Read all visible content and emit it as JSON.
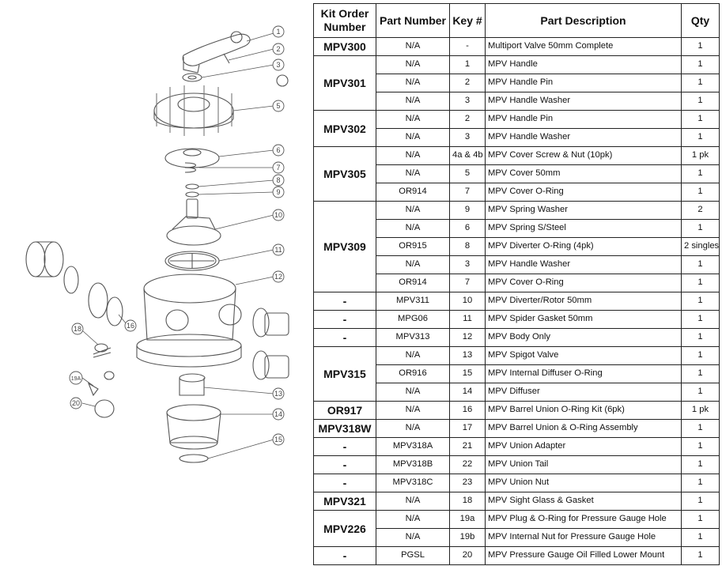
{
  "table": {
    "headers": {
      "kit_order_number": "Kit Order Number",
      "part_number": "Part Number",
      "key": "Key #",
      "description": "Part Description",
      "qty": "Qty"
    },
    "groups": [
      {
        "kit": "MPV300",
        "rows": [
          {
            "part": "N/A",
            "key": "-",
            "desc": "Multiport Valve 50mm Complete",
            "qty": "1"
          }
        ]
      },
      {
        "kit": "MPV301",
        "rows": [
          {
            "part": "N/A",
            "key": "1",
            "desc": "MPV Handle",
            "qty": "1"
          },
          {
            "part": "N/A",
            "key": "2",
            "desc": "MPV Handle Pin",
            "qty": "1"
          },
          {
            "part": "N/A",
            "key": "3",
            "desc": "MPV Handle Washer",
            "qty": "1"
          }
        ]
      },
      {
        "kit": "MPV302",
        "rows": [
          {
            "part": "N/A",
            "key": "2",
            "desc": "MPV Handle Pin",
            "qty": "1"
          },
          {
            "part": "N/A",
            "key": "3",
            "desc": "MPV Handle Washer",
            "qty": "1"
          }
        ]
      },
      {
        "kit": "MPV305",
        "rows": [
          {
            "part": "N/A",
            "key": "4a & 4b",
            "desc": "MPV Cover Screw & Nut (10pk)",
            "qty": "1 pk"
          },
          {
            "part": "N/A",
            "key": "5",
            "desc": "MPV Cover 50mm",
            "qty": "1"
          },
          {
            "part": "OR914",
            "key": "7",
            "desc": "MPV Cover O-Ring",
            "qty": "1"
          }
        ]
      },
      {
        "kit": "MPV309",
        "rows": [
          {
            "part": "N/A",
            "key": "9",
            "desc": "MPV Spring Washer",
            "qty": "2"
          },
          {
            "part": "N/A",
            "key": "6",
            "desc": "MPV Spring S/Steel",
            "qty": "1"
          },
          {
            "part": "OR915",
            "key": "8",
            "desc": "MPV Diverter O-Ring (4pk)",
            "qty": "2 singles"
          },
          {
            "part": "N/A",
            "key": "3",
            "desc": "MPV Handle Washer",
            "qty": "1"
          },
          {
            "part": "OR914",
            "key": "7",
            "desc": "MPV Cover O-Ring",
            "qty": "1"
          }
        ]
      },
      {
        "kit": "-",
        "rows": [
          {
            "part": "MPV311",
            "key": "10",
            "desc": "MPV Diverter/Rotor 50mm",
            "qty": "1"
          }
        ]
      },
      {
        "kit": "-",
        "rows": [
          {
            "part": "MPG06",
            "key": "11",
            "desc": "MPV Spider Gasket 50mm",
            "qty": "1"
          }
        ]
      },
      {
        "kit": "-",
        "rows": [
          {
            "part": "MPV313",
            "key": "12",
            "desc": "MPV Body Only",
            "qty": "1"
          }
        ]
      },
      {
        "kit": "MPV315",
        "rows": [
          {
            "part": "N/A",
            "key": "13",
            "desc": "MPV Spigot Valve",
            "qty": "1"
          },
          {
            "part": "OR916",
            "key": "15",
            "desc": "MPV Internal Diffuser O-Ring",
            "qty": "1"
          },
          {
            "part": "N/A",
            "key": "14",
            "desc": "MPV Diffuser",
            "qty": "1"
          }
        ]
      },
      {
        "kit": "OR917",
        "rows": [
          {
            "part": "N/A",
            "key": "16",
            "desc": "MPV Barrel Union O-Ring Kit (6pk)",
            "qty": "1 pk"
          }
        ]
      },
      {
        "kit": "MPV318W",
        "rows": [
          {
            "part": "N/A",
            "key": "17",
            "desc": "MPV Barrel Union & O-Ring Assembly",
            "qty": "1"
          }
        ]
      },
      {
        "kit": "-",
        "rows": [
          {
            "part": "MPV318A",
            "key": "21",
            "desc": "MPV Union Adapter",
            "qty": "1"
          }
        ]
      },
      {
        "kit": "-",
        "rows": [
          {
            "part": "MPV318B",
            "key": "22",
            "desc": "MPV Union Tail",
            "qty": "1"
          }
        ]
      },
      {
        "kit": "-",
        "rows": [
          {
            "part": "MPV318C",
            "key": "23",
            "desc": "MPV Union Nut",
            "qty": "1"
          }
        ]
      },
      {
        "kit": "MPV321",
        "rows": [
          {
            "part": "N/A",
            "key": "18",
            "desc": "MPV Sight Glass & Gasket",
            "qty": "1"
          }
        ]
      },
      {
        "kit": "MPV226",
        "rows": [
          {
            "part": "N/A",
            "key": "19a",
            "desc": "MPV Plug & O-Ring for Pressure Gauge Hole",
            "qty": "1"
          },
          {
            "part": "N/A",
            "key": "19b",
            "desc": "MPV Internal Nut for Pressure Gauge Hole",
            "qty": "1"
          }
        ]
      },
      {
        "kit": "-",
        "rows": [
          {
            "part": "PGSL",
            "key": "20",
            "desc": "MPV Pressure Gauge Oil Filled Lower Mount",
            "qty": "1"
          }
        ]
      }
    ]
  },
  "diagram": {
    "callouts": [
      "1",
      "2",
      "3",
      "5",
      "6",
      "7",
      "8",
      "9",
      "10",
      "11",
      "12",
      "13",
      "14",
      "15",
      "16",
      "18",
      "19A",
      "20"
    ]
  }
}
